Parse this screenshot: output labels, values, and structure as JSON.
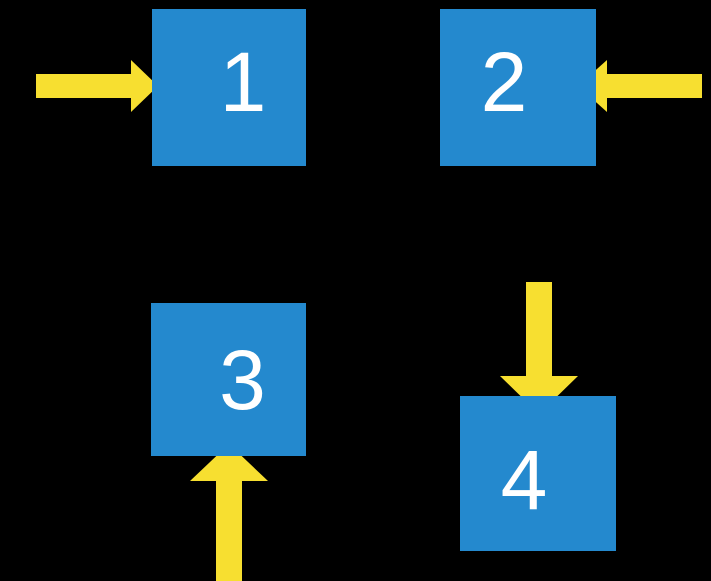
{
  "diagram": {
    "title": "Four blue numbered blocks with yellow directional arrows",
    "background_color": "#000000",
    "node_color": "#2489ce",
    "node_text_color": "#ffffff",
    "arrow_color": "#f7df30",
    "nodes": [
      {
        "id": "node-1",
        "label": "1"
      },
      {
        "id": "node-2",
        "label": "2"
      },
      {
        "id": "node-3",
        "label": "3"
      },
      {
        "id": "node-4",
        "label": "4"
      }
    ],
    "arrows": [
      {
        "id": "arrow-into-1",
        "direction": "right",
        "target": "1",
        "enters_edge": "left"
      },
      {
        "id": "arrow-into-2",
        "direction": "left",
        "target": "2",
        "enters_edge": "right"
      },
      {
        "id": "arrow-into-4",
        "direction": "down",
        "target": "4",
        "enters_edge": "top"
      },
      {
        "id": "arrow-into-3",
        "direction": "up",
        "target": "3",
        "enters_edge": "bottom"
      }
    ]
  },
  "chart_data": {
    "type": "diagram",
    "title": "Four blue numbered blocks with yellow directional arrows",
    "nodes": [
      "1",
      "2",
      "3",
      "4"
    ],
    "edges": [
      {
        "to": "1",
        "direction": "right",
        "entry_side": "left"
      },
      {
        "to": "2",
        "direction": "left",
        "entry_side": "right"
      },
      {
        "to": "4",
        "direction": "down",
        "entry_side": "top"
      },
      {
        "to": "3",
        "direction": "up",
        "entry_side": "bottom"
      }
    ]
  }
}
